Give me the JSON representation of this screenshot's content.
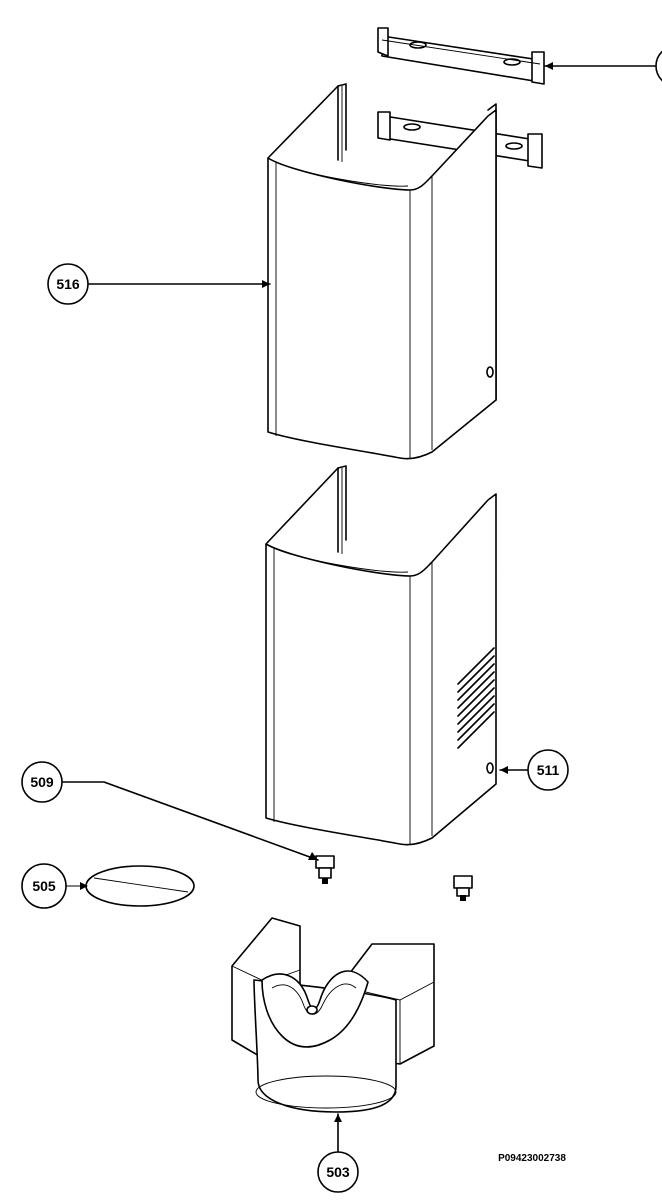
{
  "parts": [
    {
      "id": "part-516",
      "label": "516",
      "name": "upper-chimney-cover"
    },
    {
      "id": "part-511",
      "label": "511",
      "name": "lower-chimney-cover"
    },
    {
      "id": "part-509",
      "label": "509",
      "name": "cover-clip"
    },
    {
      "id": "part-505",
      "label": "505",
      "name": "flap-disc"
    },
    {
      "id": "part-503",
      "label": "503",
      "name": "air-diverter"
    }
  ],
  "document_code": "P09423002738"
}
